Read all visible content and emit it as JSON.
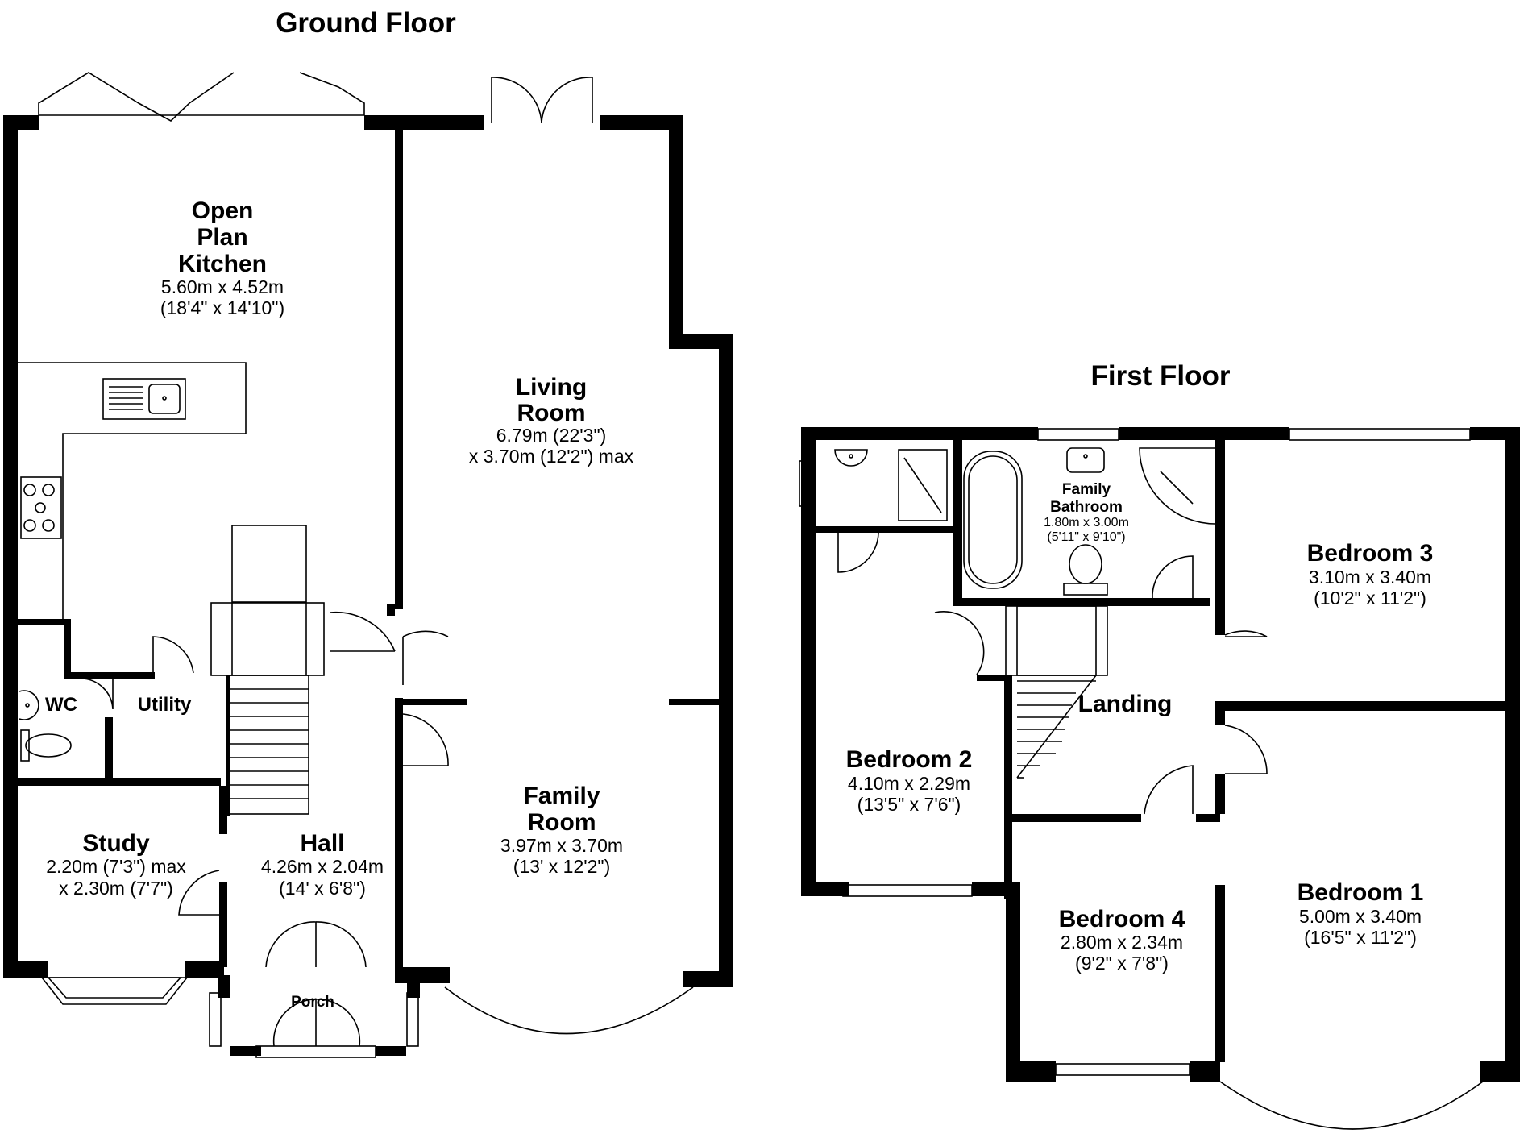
{
  "floors": {
    "ground": {
      "title": "Ground Floor",
      "rooms": {
        "kitchen": {
          "name": [
            "Open",
            "Plan",
            "Kitchen"
          ],
          "dims": [
            "5.60m x 4.52m",
            "(18'4\" x 14'10\")"
          ]
        },
        "living": {
          "name": [
            "Living",
            "Room"
          ],
          "dims": [
            "6.79m (22'3\")",
            "x 3.70m (12'2\") max"
          ]
        },
        "family": {
          "name": [
            "Family",
            "Room"
          ],
          "dims": [
            "3.97m x 3.70m",
            "(13' x 12'2\")"
          ]
        },
        "study": {
          "name": [
            "Study"
          ],
          "dims": [
            "2.20m (7'3\") max",
            "x 2.30m (7'7\")"
          ]
        },
        "hall": {
          "name": [
            "Hall"
          ],
          "dims": [
            "4.26m x 2.04m",
            "(14' x 6'8\")"
          ]
        },
        "utility": {
          "name": [
            "Utility"
          ],
          "dims": []
        },
        "wc": {
          "name": [
            "WC"
          ],
          "dims": []
        },
        "porch": {
          "name": [
            "Porch"
          ],
          "dims": []
        }
      }
    },
    "first": {
      "title": "First Floor",
      "rooms": {
        "bathroom": {
          "name": [
            "Family",
            "Bathroom"
          ],
          "dims": [
            "1.80m x 3.00m",
            "(5'11\" x 9'10\")"
          ]
        },
        "bedroom3": {
          "name": [
            "Bedroom 3"
          ],
          "dims": [
            "3.10m x 3.40m",
            "(10'2\" x 11'2\")"
          ]
        },
        "bedroom2": {
          "name": [
            "Bedroom 2"
          ],
          "dims": [
            "4.10m x 2.29m",
            "(13'5\" x 7'6\")"
          ]
        },
        "landing": {
          "name": [
            "Landing"
          ],
          "dims": []
        },
        "bedroom4": {
          "name": [
            "Bedroom 4"
          ],
          "dims": [
            "2.80m x 2.34m",
            "(9'2\" x 7'8\")"
          ]
        },
        "bedroom1": {
          "name": [
            "Bedroom 1"
          ],
          "dims": [
            "5.00m x 3.40m",
            "(16'5\" x 11'2\")"
          ]
        }
      }
    }
  }
}
